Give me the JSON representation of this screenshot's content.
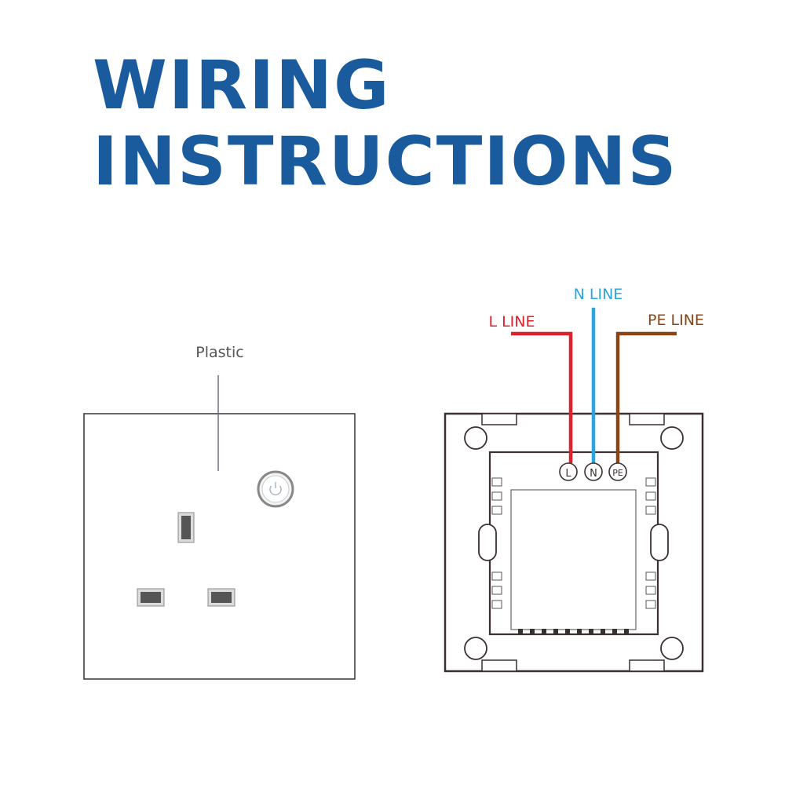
{
  "title": {
    "line1": "WIRING",
    "line2": "INSTRUCTIONS"
  },
  "socket": {
    "material_label": "Plastic"
  },
  "back_panel": {
    "wires": [
      {
        "label": "L LINE",
        "terminal": "L",
        "color": "#e0202a"
      },
      {
        "label": "N LINE",
        "terminal": "N",
        "color": "#2aa6dc"
      },
      {
        "label": "PE LINE",
        "terminal": "PE",
        "color": "#8b4513"
      }
    ]
  },
  "colors": {
    "title": "#1a5b9e",
    "outline": "#3a3030",
    "label_gray": "#555555"
  }
}
